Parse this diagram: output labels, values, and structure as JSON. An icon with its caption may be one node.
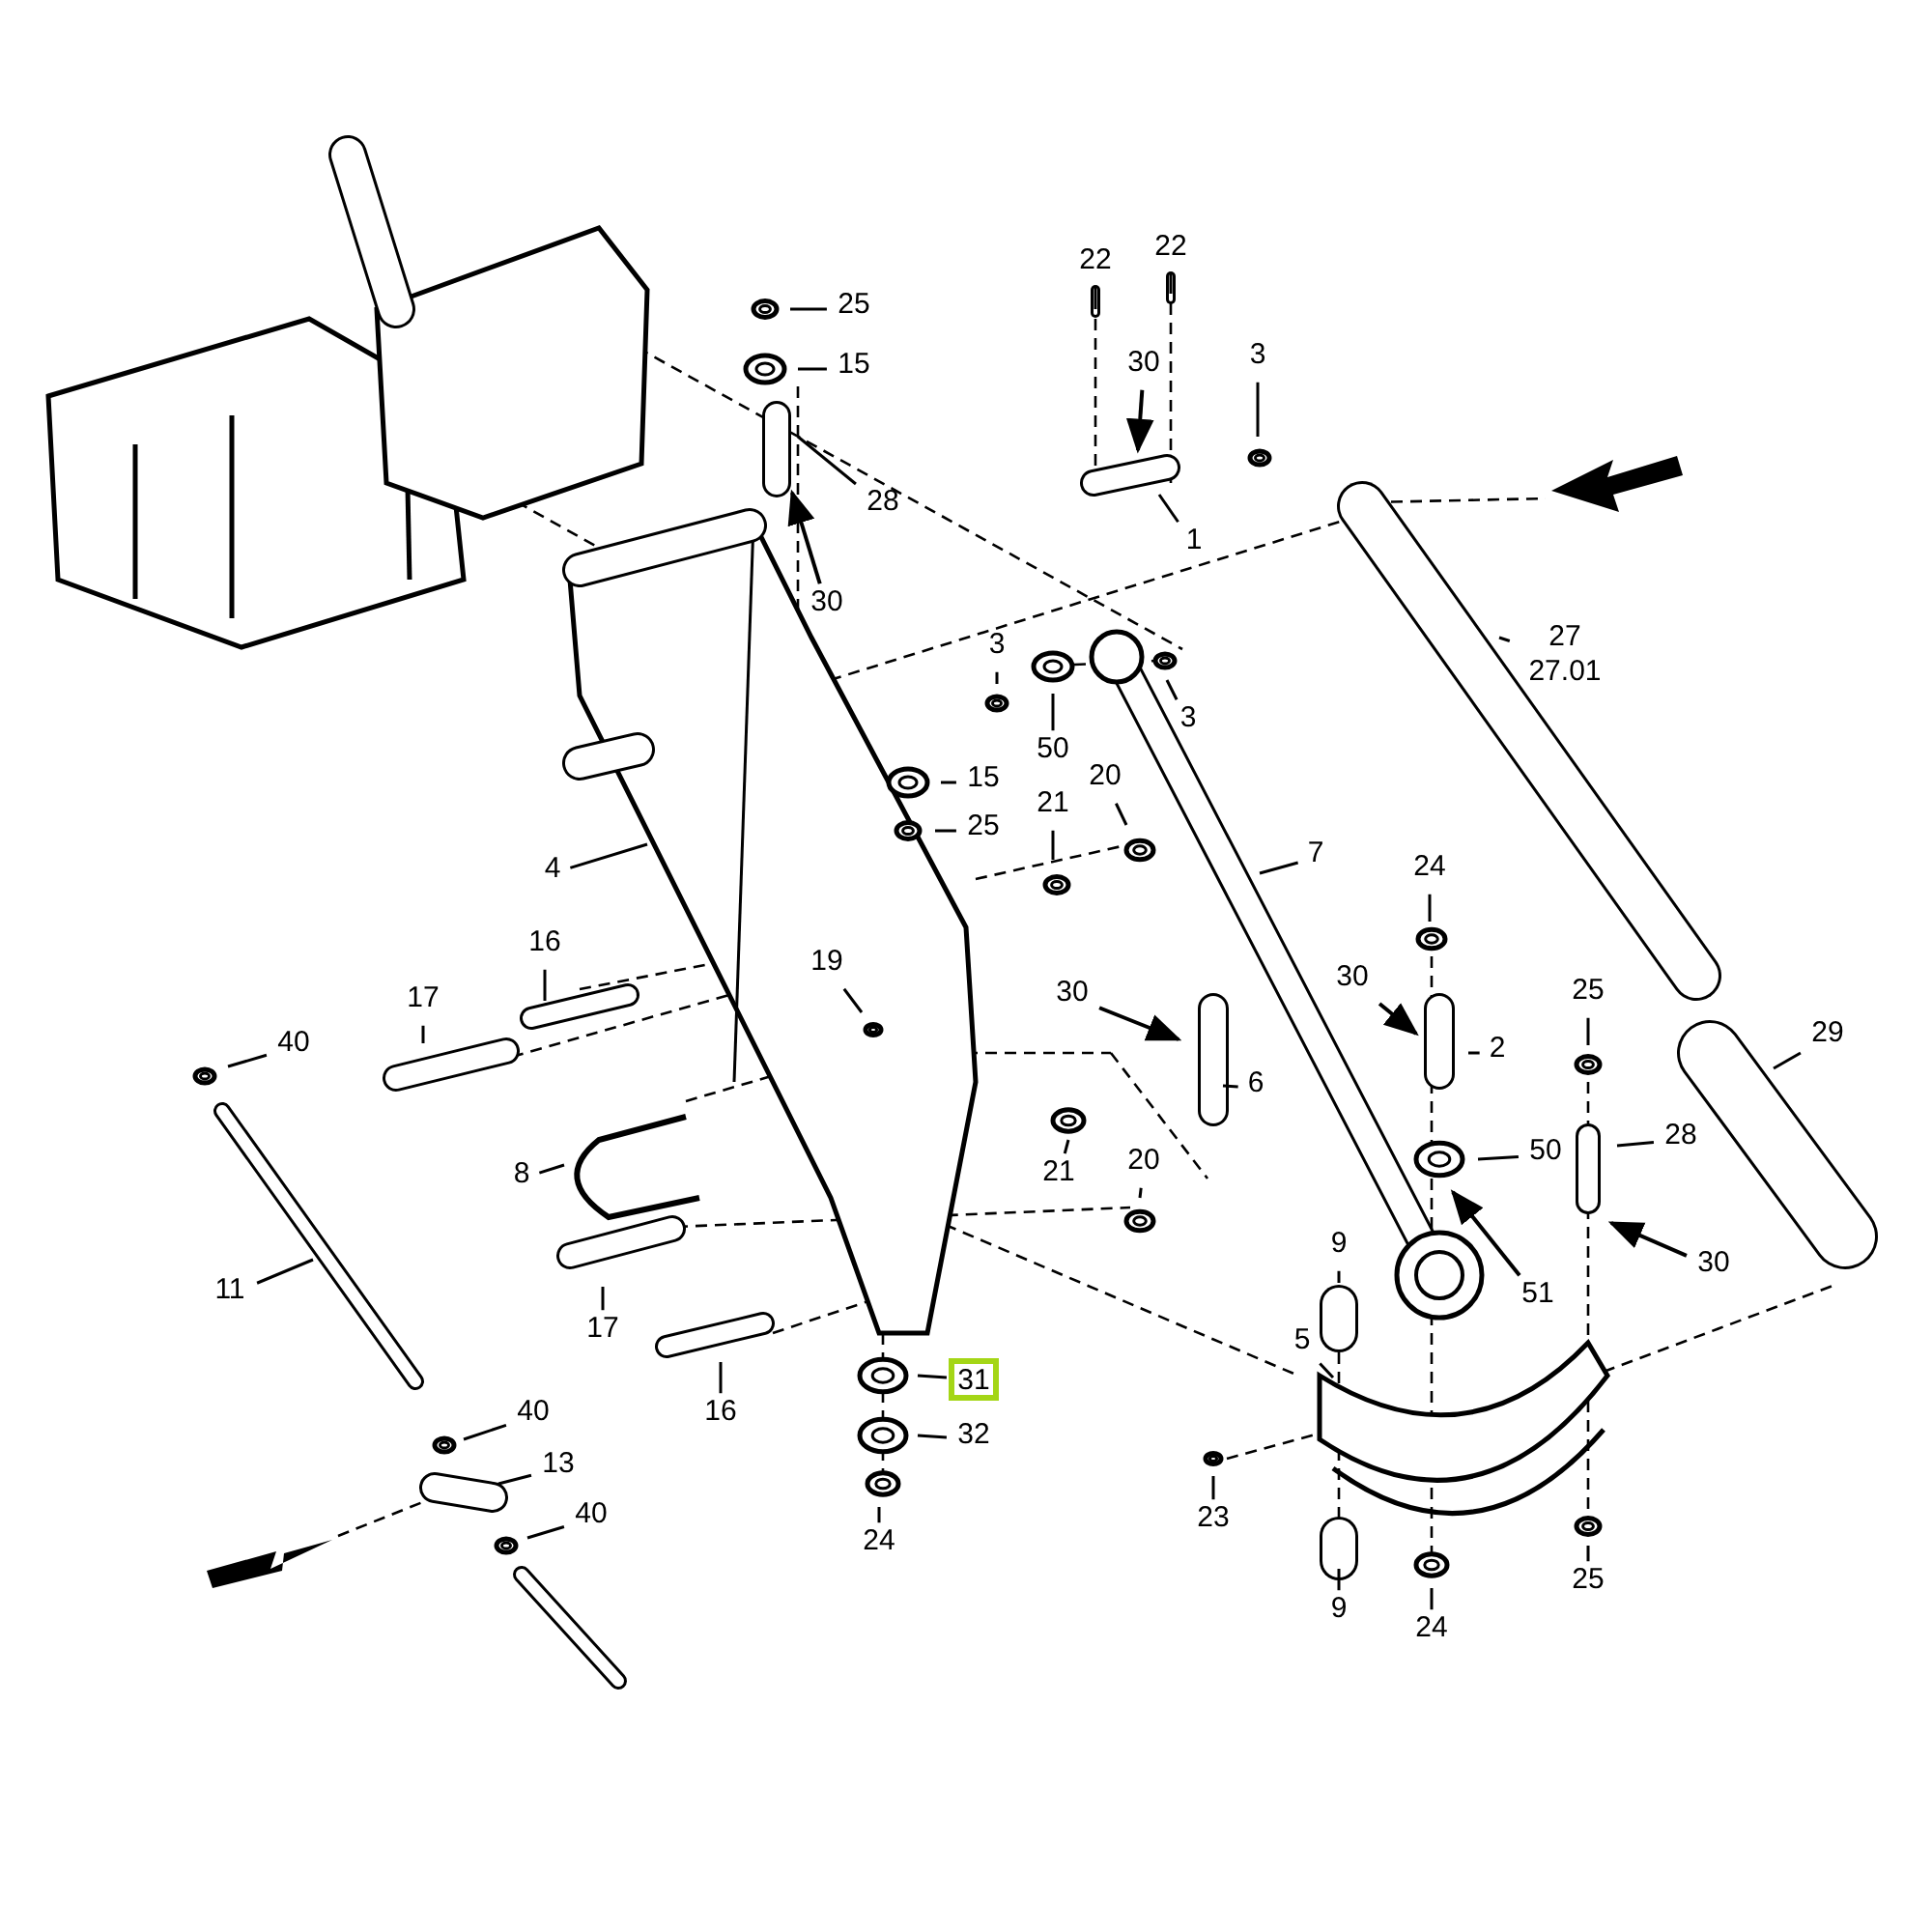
{
  "diagram": {
    "nodes": [
      {
        "text": [
          "25"
        ]
      },
      {
        "text": [
          "15"
        ]
      },
      {
        "text": [
          "28"
        ]
      },
      {
        "text": [
          "30"
        ]
      },
      {
        "text": [
          "22"
        ]
      },
      {
        "text": [
          "22"
        ]
      },
      {
        "text": [
          "30"
        ]
      },
      {
        "text": [
          "3"
        ]
      },
      {
        "text": [
          "1"
        ]
      },
      {
        "text": [
          "27",
          "27.01"
        ]
      },
      {
        "text": [
          "3"
        ]
      },
      {
        "text": [
          "50"
        ]
      },
      {
        "text": [
          "3"
        ]
      },
      {
        "text": [
          "15"
        ]
      },
      {
        "text": [
          "25"
        ]
      },
      {
        "text": [
          "21"
        ]
      },
      {
        "text": [
          "20"
        ]
      },
      {
        "text": [
          "4"
        ]
      },
      {
        "text": [
          "7"
        ]
      },
      {
        "text": [
          "24"
        ]
      },
      {
        "text": [
          "16"
        ]
      },
      {
        "text": [
          "17"
        ]
      },
      {
        "text": [
          "19"
        ]
      },
      {
        "text": [
          "30"
        ]
      },
      {
        "text": [
          "6"
        ]
      },
      {
        "text": [
          "30"
        ]
      },
      {
        "text": [
          "2"
        ]
      },
      {
        "text": [
          "25"
        ]
      },
      {
        "text": [
          "29"
        ]
      },
      {
        "text": [
          "40"
        ]
      },
      {
        "text": [
          "8"
        ]
      },
      {
        "text": [
          "21"
        ]
      },
      {
        "text": [
          "20"
        ]
      },
      {
        "text": [
          "50"
        ]
      },
      {
        "text": [
          "28"
        ]
      },
      {
        "text": [
          "51"
        ]
      },
      {
        "text": [
          "30"
        ]
      },
      {
        "text": [
          "11"
        ]
      },
      {
        "text": [
          "9"
        ]
      },
      {
        "text": [
          "17"
        ]
      },
      {
        "text": [
          "5"
        ]
      },
      {
        "text": [
          "16"
        ]
      },
      {
        "text": [
          "31"
        ]
      },
      {
        "text": [
          "40"
        ]
      },
      {
        "text": [
          "32"
        ]
      },
      {
        "text": [
          "13"
        ]
      },
      {
        "text": [
          "40"
        ]
      },
      {
        "text": [
          "24"
        ]
      },
      {
        "text": [
          "23"
        ]
      },
      {
        "text": [
          "25"
        ]
      },
      {
        "text": [
          "9"
        ]
      },
      {
        "text": [
          "24"
        ]
      }
    ],
    "edges": [
      {
        "from": 0,
        "to": null,
        "arrow": "none"
      },
      {
        "from": 1,
        "to": null,
        "arrow": "none"
      },
      {
        "from": 2,
        "to": null,
        "arrow": "none"
      },
      {
        "from": 3,
        "to": null,
        "arrow": "to"
      },
      {
        "from": 4,
        "to": null,
        "arrow": "none"
      },
      {
        "from": 5,
        "to": null,
        "arrow": "none"
      },
      {
        "from": 6,
        "to": null,
        "arrow": "to"
      },
      {
        "from": 7,
        "to": null,
        "arrow": "none"
      },
      {
        "from": 8,
        "to": null,
        "arrow": "none"
      },
      {
        "from": 9,
        "to": null,
        "arrow": "none"
      },
      {
        "from": 10,
        "to": null,
        "arrow": "none"
      },
      {
        "from": 11,
        "to": null,
        "arrow": "none"
      },
      {
        "from": 12,
        "to": null,
        "arrow": "none"
      },
      {
        "from": 13,
        "to": null,
        "arrow": "none"
      },
      {
        "from": 14,
        "to": null,
        "arrow": "none"
      },
      {
        "from": 15,
        "to": null,
        "arrow": "none"
      },
      {
        "from": 16,
        "to": null,
        "arrow": "none"
      },
      {
        "from": 17,
        "to": null,
        "arrow": "none"
      },
      {
        "from": 18,
        "to": null,
        "arrow": "none"
      },
      {
        "from": 19,
        "to": null,
        "arrow": "none"
      },
      {
        "from": 20,
        "to": null,
        "arrow": "none"
      },
      {
        "from": 21,
        "to": null,
        "arrow": "none"
      },
      {
        "from": 22,
        "to": null,
        "arrow": "none"
      },
      {
        "from": 23,
        "to": null,
        "arrow": "to"
      },
      {
        "from": 24,
        "to": null,
        "arrow": "none"
      },
      {
        "from": 25,
        "to": null,
        "arrow": "to"
      },
      {
        "from": 26,
        "to": null,
        "arrow": "none"
      },
      {
        "from": 27,
        "to": null,
        "arrow": "none"
      },
      {
        "from": 28,
        "to": null,
        "arrow": "none"
      },
      {
        "from": 29,
        "to": null,
        "arrow": "none"
      },
      {
        "from": 30,
        "to": null,
        "arrow": "none"
      },
      {
        "from": 31,
        "to": null,
        "arrow": "none"
      },
      {
        "from": 32,
        "to": null,
        "arrow": "none"
      },
      {
        "from": 33,
        "to": null,
        "arrow": "none"
      },
      {
        "from": 34,
        "to": null,
        "arrow": "none"
      },
      {
        "from": 35,
        "to": null,
        "arrow": "to"
      },
      {
        "from": 36,
        "to": null,
        "arrow": "to"
      },
      {
        "from": 37,
        "to": null,
        "arrow": "none"
      },
      {
        "from": 38,
        "to": null,
        "arrow": "none"
      },
      {
        "from": 39,
        "to": null,
        "arrow": "none"
      },
      {
        "from": 40,
        "to": null,
        "arrow": "none"
      },
      {
        "from": 41,
        "to": null,
        "arrow": "none"
      },
      {
        "from": 42,
        "to": null,
        "arrow": "none"
      },
      {
        "from": 43,
        "to": null,
        "arrow": "none"
      },
      {
        "from": 44,
        "to": null,
        "arrow": "none"
      },
      {
        "from": 45,
        "to": null,
        "arrow": "none"
      },
      {
        "from": 46,
        "to": null,
        "arrow": "none"
      },
      {
        "from": 47,
        "to": null,
        "arrow": "none"
      },
      {
        "from": 48,
        "to": null,
        "arrow": "none"
      },
      {
        "from": 49,
        "to": null,
        "arrow": "none"
      },
      {
        "from": 50,
        "to": null,
        "arrow": "none"
      },
      {
        "from": 51,
        "to": null,
        "arrow": "none"
      }
    ]
  }
}
